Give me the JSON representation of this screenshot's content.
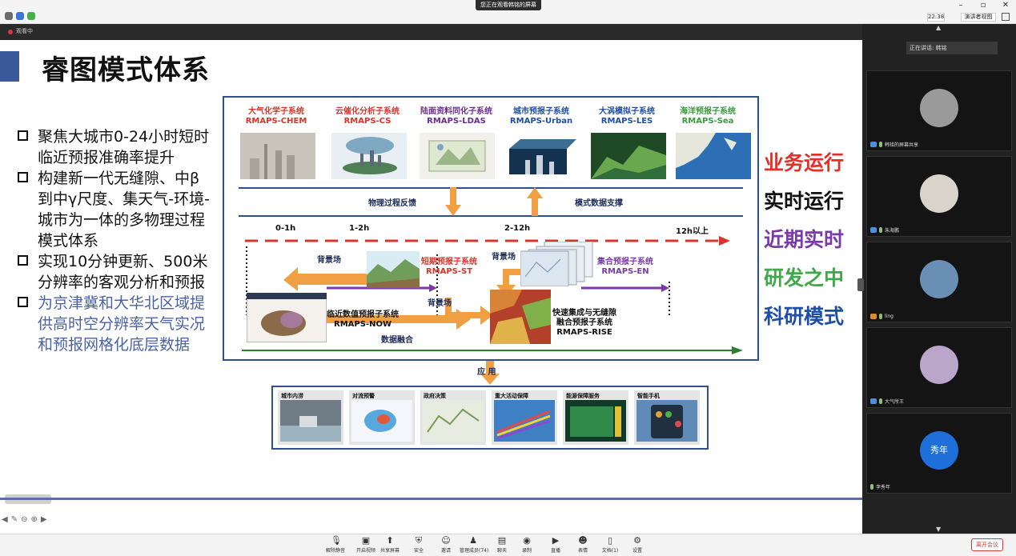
{
  "window": {
    "share_banner": "您正在观看韩铭的屏幕",
    "clock": "22:38",
    "layout_button": "演讲者视图",
    "presenter_label": "观看中"
  },
  "slide": {
    "title": "睿图模式体系",
    "bullets": [
      {
        "text": "聚焦大城市0-24小时短时临近预报准确率提升",
        "color": "#111111"
      },
      {
        "text": "构建新一代无缝隙、中β到中γ尺度、集天气-环境-城市为一体的多物理过程模式体系",
        "color": "#111111"
      },
      {
        "text": "实现10分钟更新、500米分辨率的客观分析和预报",
        "color": "#111111"
      },
      {
        "text": "为京津冀和大华北区域提供高时空分辨率天气实况和预报网格化底层数据",
        "color": "#4a62a8"
      }
    ],
    "subsystems": [
      {
        "cn": "大气化学子系统",
        "en": "RMAPS-CHEM",
        "color": "#d9342b"
      },
      {
        "cn": "云催化分析子系统",
        "en": "RMAPS-CS",
        "color": "#d9342b"
      },
      {
        "cn": "陆面资料同化子系统",
        "en": "RMAPS-LDAS",
        "color": "#6a2c91"
      },
      {
        "cn": "城市预报子系统",
        "en": "RMAPS-Urban",
        "color": "#1f4ea8"
      },
      {
        "cn": "大涡模拟子系统",
        "en": "RMAPS-LES",
        "color": "#1f4ea8"
      },
      {
        "cn": "海洋预报子系统",
        "en": "RMAPS-Sea",
        "color": "#3a9a3e"
      }
    ],
    "feedback_label": "物理过程反馈",
    "support_label": "模式数据支撑",
    "timeline": [
      "0-1h",
      "1-2h",
      "2-12h",
      "12h以上"
    ],
    "background_field": "背景场",
    "st": {
      "cn": "短期预报子系统",
      "en": "RMAPS-ST"
    },
    "en_sys": {
      "cn": "集合预报子系统",
      "en": "RMAPS-EN"
    },
    "now": {
      "cn": "临近数值预报子系统",
      "en": "RMAPS-NOW"
    },
    "rise": {
      "line1": "快速集成与无缝隙",
      "line2": "融合预报子系统",
      "en": "RMAPS-RISE"
    },
    "data_fusion": "数据融合",
    "apply": "应  用",
    "applications": [
      "城市内涝",
      "对流预警",
      "政府决策",
      "重大活动保障",
      "能源保障服务",
      "智能手机"
    ],
    "status_words": [
      {
        "text": "业务运行",
        "color": "#e0302a"
      },
      {
        "text": "实时运行",
        "color": "#111111"
      },
      {
        "text": "近期实时",
        "color": "#7a3aa8"
      },
      {
        "text": "研发之中",
        "color": "#3fa84a"
      },
      {
        "text": "科研模式",
        "color": "#1f4ea8"
      }
    ]
  },
  "panel": {
    "speaking": "正在讲话: 韩铭",
    "participants": [
      {
        "name": "韩铭的屏幕共享",
        "avatar": "",
        "avatar_color": "#9a9a9a"
      },
      {
        "name": "朱海鹏",
        "avatar": "",
        "avatar_color": "#d8d4cc"
      },
      {
        "name": "ling",
        "avatar": "",
        "avatar_color": "#6a8fb5"
      },
      {
        "name": "大气所王",
        "avatar": "",
        "avatar_color": "#b9a6c9"
      },
      {
        "name": "李秀年",
        "avatar": "秀年",
        "avatar_color": "#1e6fd9"
      }
    ]
  },
  "toolbar": {
    "items": [
      {
        "label": "解除静音",
        "icon": "mic-icon"
      },
      {
        "label": "开启视频",
        "icon": "camera-icon"
      },
      {
        "label": "共享屏幕",
        "icon": "share-icon"
      },
      {
        "label": "安全",
        "icon": "shield-icon"
      },
      {
        "label": "邀请",
        "icon": "invite-icon"
      },
      {
        "label": "管理成员(74)",
        "icon": "members-icon"
      },
      {
        "label": "聊天",
        "icon": "chat-icon"
      },
      {
        "label": "录制",
        "icon": "record-icon"
      },
      {
        "label": "直播",
        "icon": "live-icon"
      },
      {
        "label": "表情",
        "icon": "emoji-icon"
      },
      {
        "label": "文档(1)",
        "icon": "doc-icon"
      },
      {
        "label": "设置",
        "icon": "gear-icon"
      }
    ],
    "leave": "离开会议"
  }
}
